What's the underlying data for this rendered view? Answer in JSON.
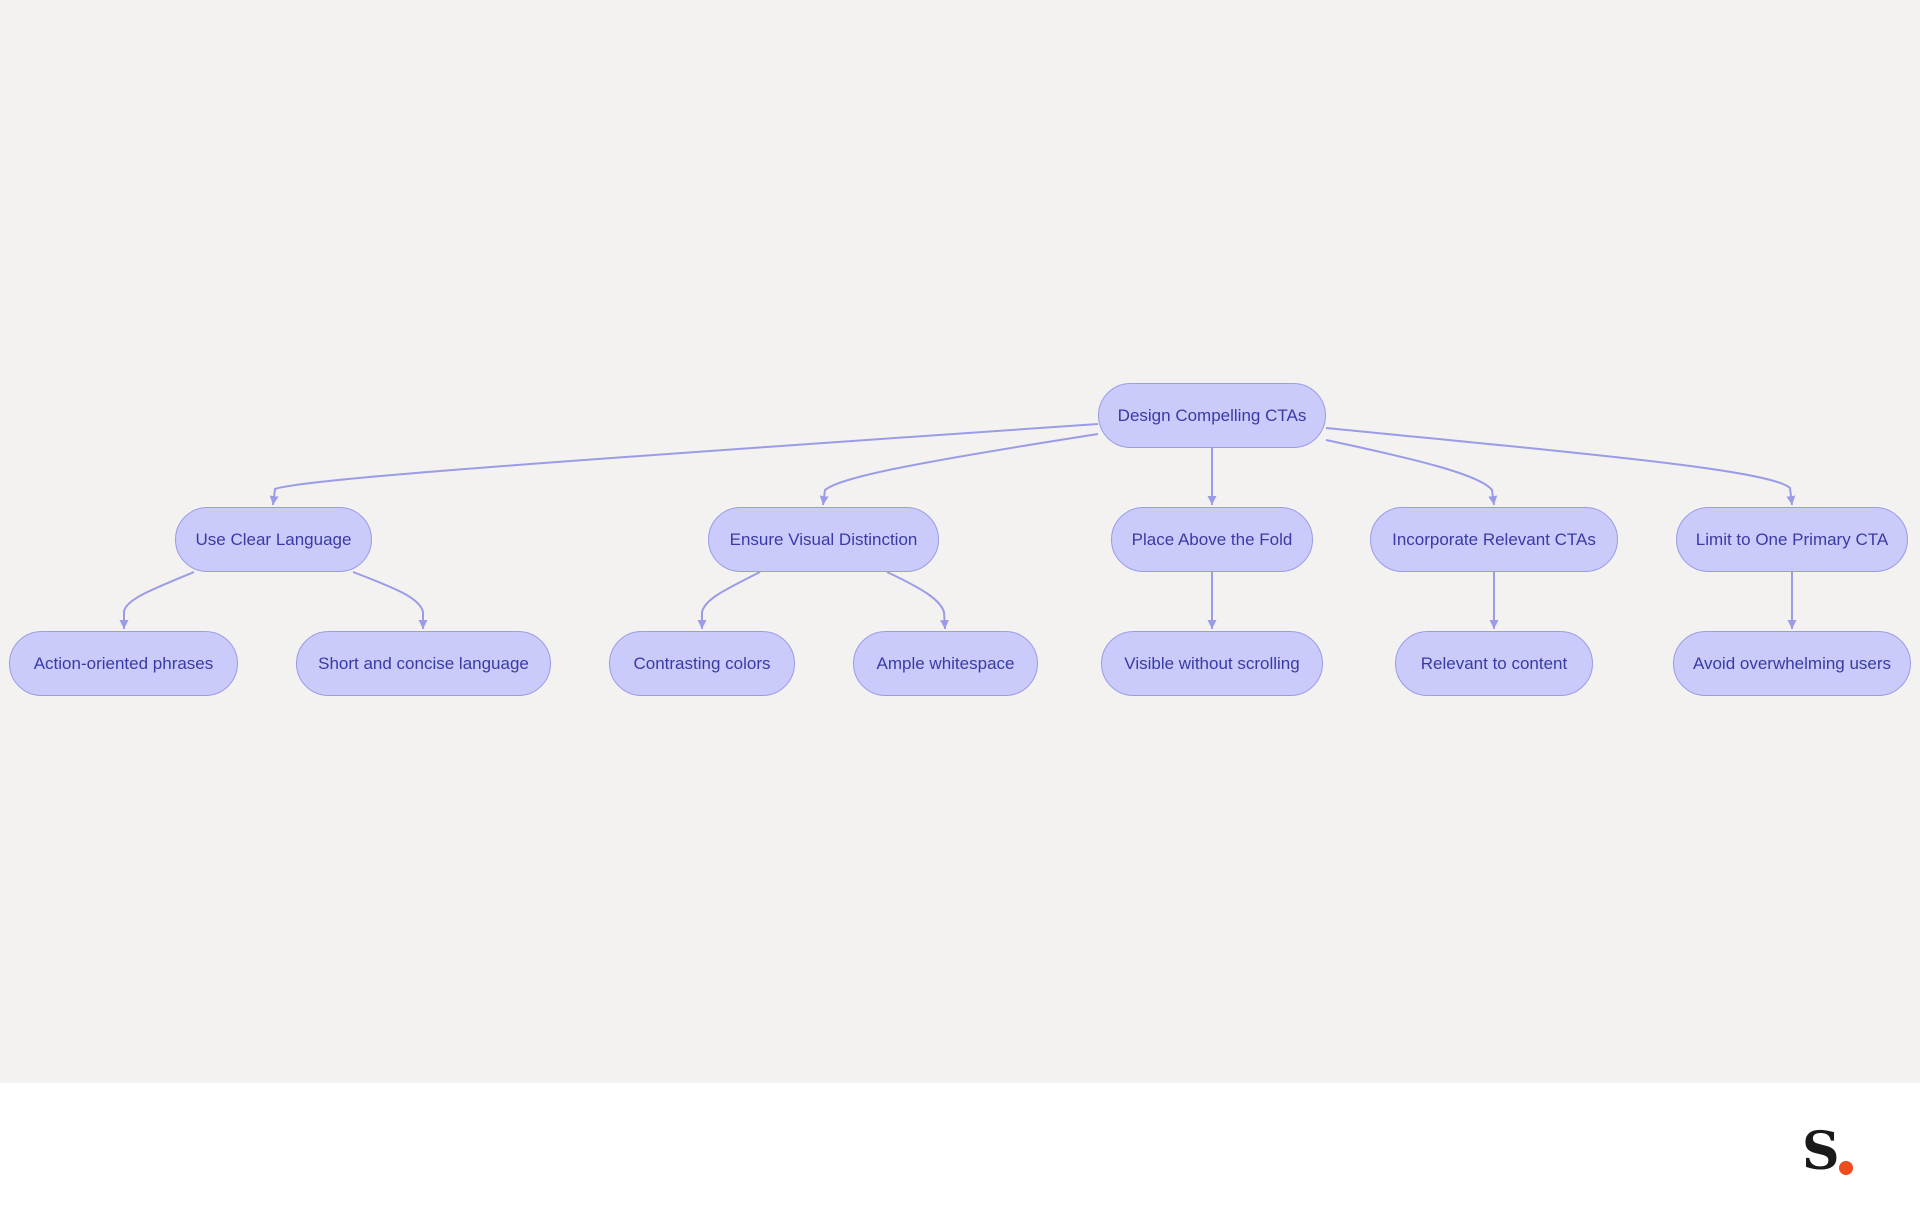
{
  "colors": {
    "background": "#f3f2f1",
    "footer_background": "#ffffff",
    "node_fill": "#cacbfa",
    "node_border": "#9b9be8",
    "node_text": "#3a3aa6",
    "edge": "#9b9be8",
    "brand_dot": "#ee4b1e",
    "brand_letter": "#1a1a1a"
  },
  "diagram": {
    "root": "Design Compelling CTAs",
    "branches": [
      {
        "label": "Use Clear Language",
        "children": [
          "Action-oriented phrases",
          "Short and concise language"
        ]
      },
      {
        "label": "Ensure Visual Distinction",
        "children": [
          "Contrasting colors",
          "Ample whitespace"
        ]
      },
      {
        "label": "Place Above the Fold",
        "children": [
          "Visible without scrolling"
        ]
      },
      {
        "label": "Incorporate Relevant CTAs",
        "children": [
          "Relevant to content"
        ]
      },
      {
        "label": "Limit to One Primary CTA",
        "children": [
          "Avoid overwhelming users"
        ]
      }
    ]
  },
  "brand": {
    "letter": "S",
    "icon": "brand-logo-icon"
  }
}
